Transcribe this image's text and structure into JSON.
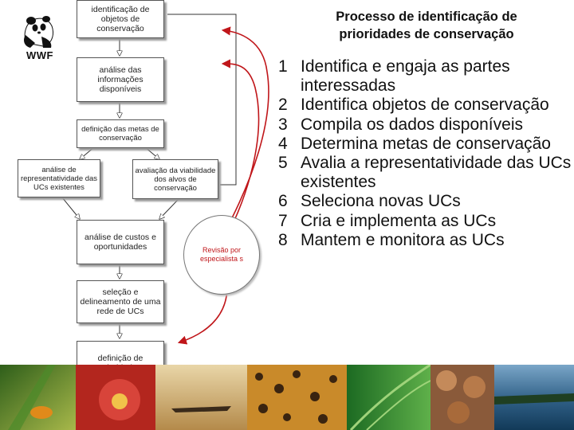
{
  "logo": {
    "text": "WWF",
    "icon": "panda-icon"
  },
  "title": "Processo de identificação de\nprioridades de conservação",
  "flow": {
    "boxes": [
      {
        "id": "b1",
        "text": "identificação de objetos de conservação"
      },
      {
        "id": "b2",
        "text": "análise das informações disponíveis"
      },
      {
        "id": "b3",
        "text": "definição das metas de conservação"
      },
      {
        "id": "b4",
        "text": "análise de representatividade das UCs existentes"
      },
      {
        "id": "b5",
        "text": "avaliação da viabilidade dos alvos de conservação"
      },
      {
        "id": "b6",
        "text": "análise de custos e oportunidades"
      },
      {
        "id": "b7",
        "text": "seleção e delineamento de uma rede de UCs"
      },
      {
        "id": "b8",
        "text": "definição de prioridades"
      }
    ],
    "review": "Revisão por especialista s"
  },
  "steps": [
    {
      "num": "1",
      "text": "Identifica e engaja as partes interessadas"
    },
    {
      "num": "2",
      "text": "Identifica objetos de conservação"
    },
    {
      "num": "3",
      "text": "Compila os dados disponíveis"
    },
    {
      "num": "4",
      "text": "Determina metas de conservação"
    },
    {
      "num": "5",
      "text": "Avalia a representatividade das UCs existentes"
    },
    {
      "num": "6",
      "text": "Seleciona novas UCs"
    },
    {
      "num": "7",
      "text": "Cria e implementa as UCs"
    },
    {
      "num": "8",
      "text": "Mantem  e monitora as UCs"
    }
  ],
  "colors": {
    "feedback_arrow": "#c0161a",
    "flow_arrow": "#333333",
    "box_shadow": "#9a9a9a"
  }
}
